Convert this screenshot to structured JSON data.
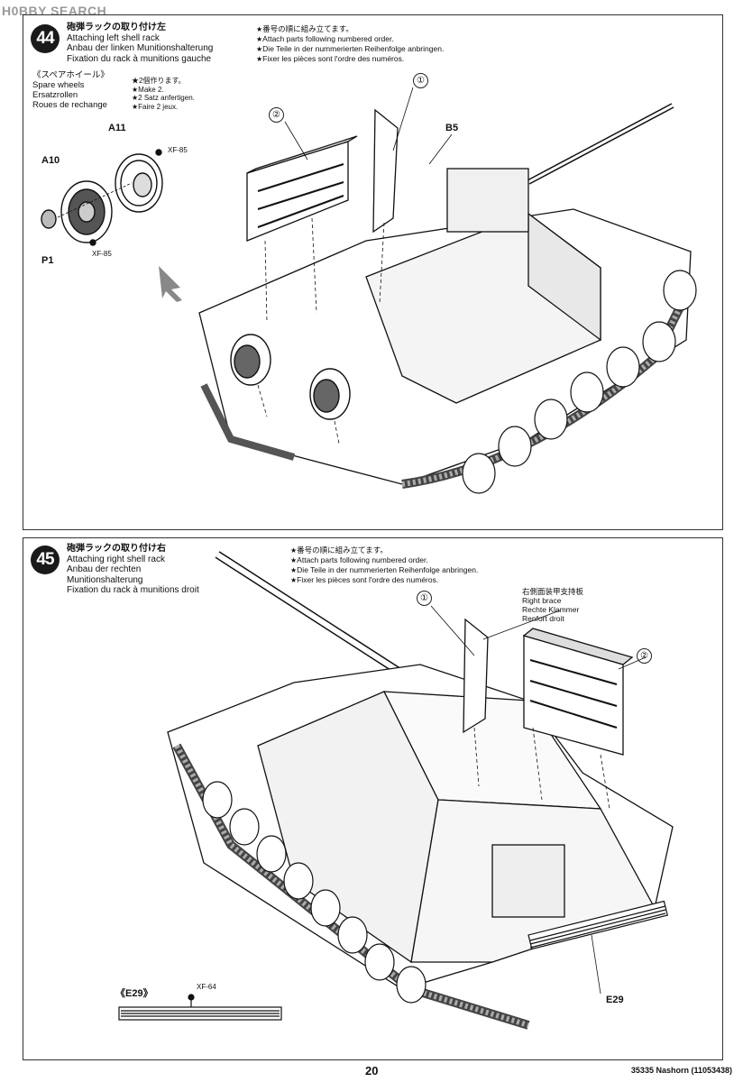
{
  "watermark": "H0BBY SEARCH",
  "steps": [
    {
      "number": "44",
      "title_jp": "砲弾ラックの取り付け左",
      "title_en": "Attaching left shell rack",
      "title_de": "Anbau der linken Munitionshalterung",
      "title_fr": "Fixation du rack à munitions gauche",
      "notes": [
        "番号の順に組み立てます。",
        "Attach parts following numbered order.",
        "Die Teile in der nummerierten Reihenfolge anbringen.",
        "Fixer les pièces sont l'ordre des numéros."
      ],
      "spare_title": [
        "《スペアホイール》",
        "Spare wheels",
        "Ersatzrollen",
        "Roues de rechange"
      ],
      "spare_notes": [
        "2個作ります。",
        "Make 2.",
        "2 Satz anfertigen.",
        "Faire 2 jeux."
      ],
      "labels": {
        "a11": "A11",
        "a10": "A10",
        "p1": "P1",
        "xf85a": "XF-85",
        "xf85b": "XF-85",
        "b5": "B5",
        "c1": "①",
        "c2": "②"
      }
    },
    {
      "number": "45",
      "title_jp": "砲弾ラックの取り付け右",
      "title_en": "Attaching right shell rack",
      "title_de": "Anbau der rechten",
      "title_de2": "Munitionshalterung",
      "title_fr": "Fixation du rack à munitions droit",
      "notes": [
        "番号の順に組み立てます。",
        "Attach parts following numbered order.",
        "Die Teile in der nummerierten Reihenfolge anbringen.",
        "Fixer les pièces sont l'ordre des numéros."
      ],
      "brace": [
        "右側面装甲支持板",
        "Right brace",
        "Rechte Klammer",
        "Renfort droit"
      ],
      "labels": {
        "e29box": "《E29》",
        "xf64": "XF-64",
        "e29": "E29",
        "c1": "①",
        "c2": "②"
      }
    }
  ],
  "footer": {
    "page": "20",
    "code": "35335 Nashorn (11053438)"
  }
}
